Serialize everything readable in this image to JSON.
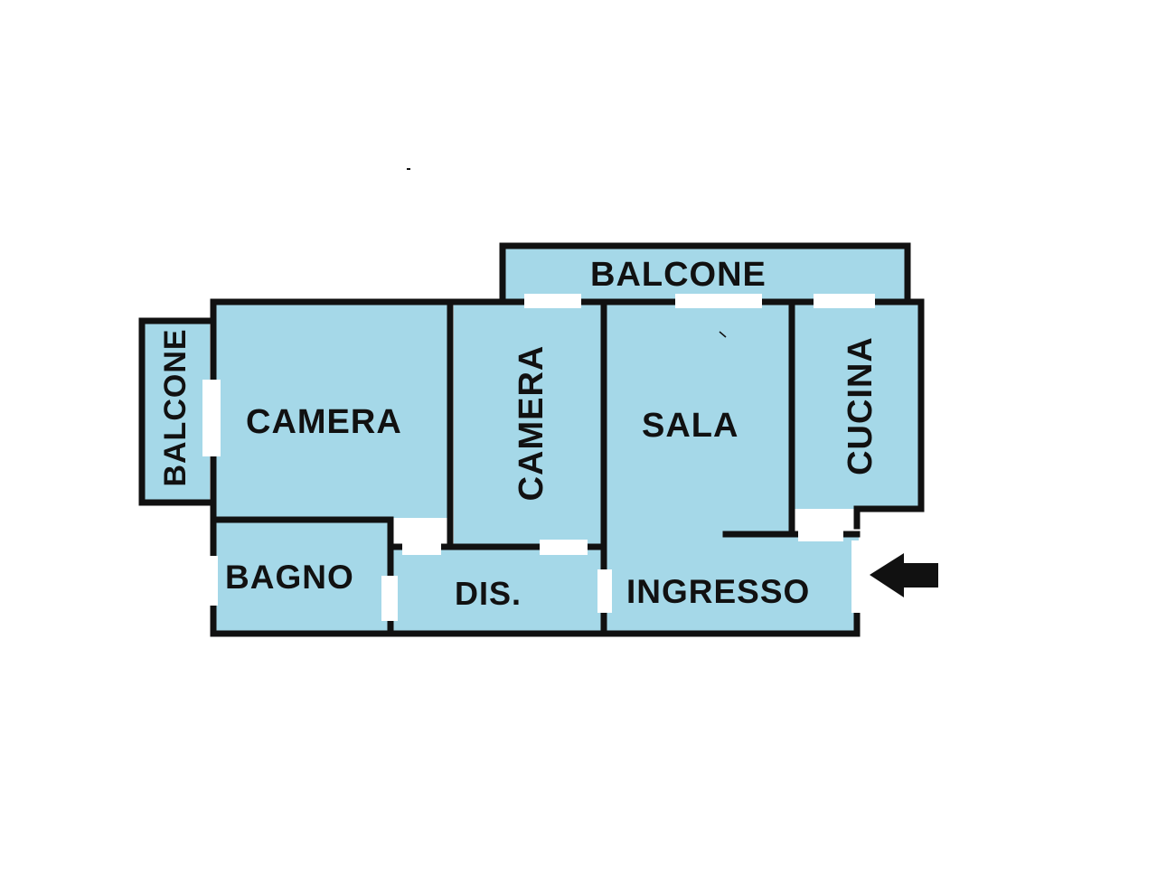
{
  "plan": {
    "colors": {
      "room_fill": "#a5d8e8",
      "wall": "#111111",
      "opening": "#ffffff",
      "background": "#ffffff"
    },
    "rooms": {
      "balcone_top": "BALCONE",
      "balcone_left": "BALCONE",
      "camera_1": "CAMERA",
      "camera_2": "CAMERA",
      "sala": "SALA",
      "cucina": "CUCINA",
      "bagno": "BAGNO",
      "dis": "DIS.",
      "ingresso": "INGRESSO"
    },
    "entrance_marker": "arrow-left-icon"
  }
}
